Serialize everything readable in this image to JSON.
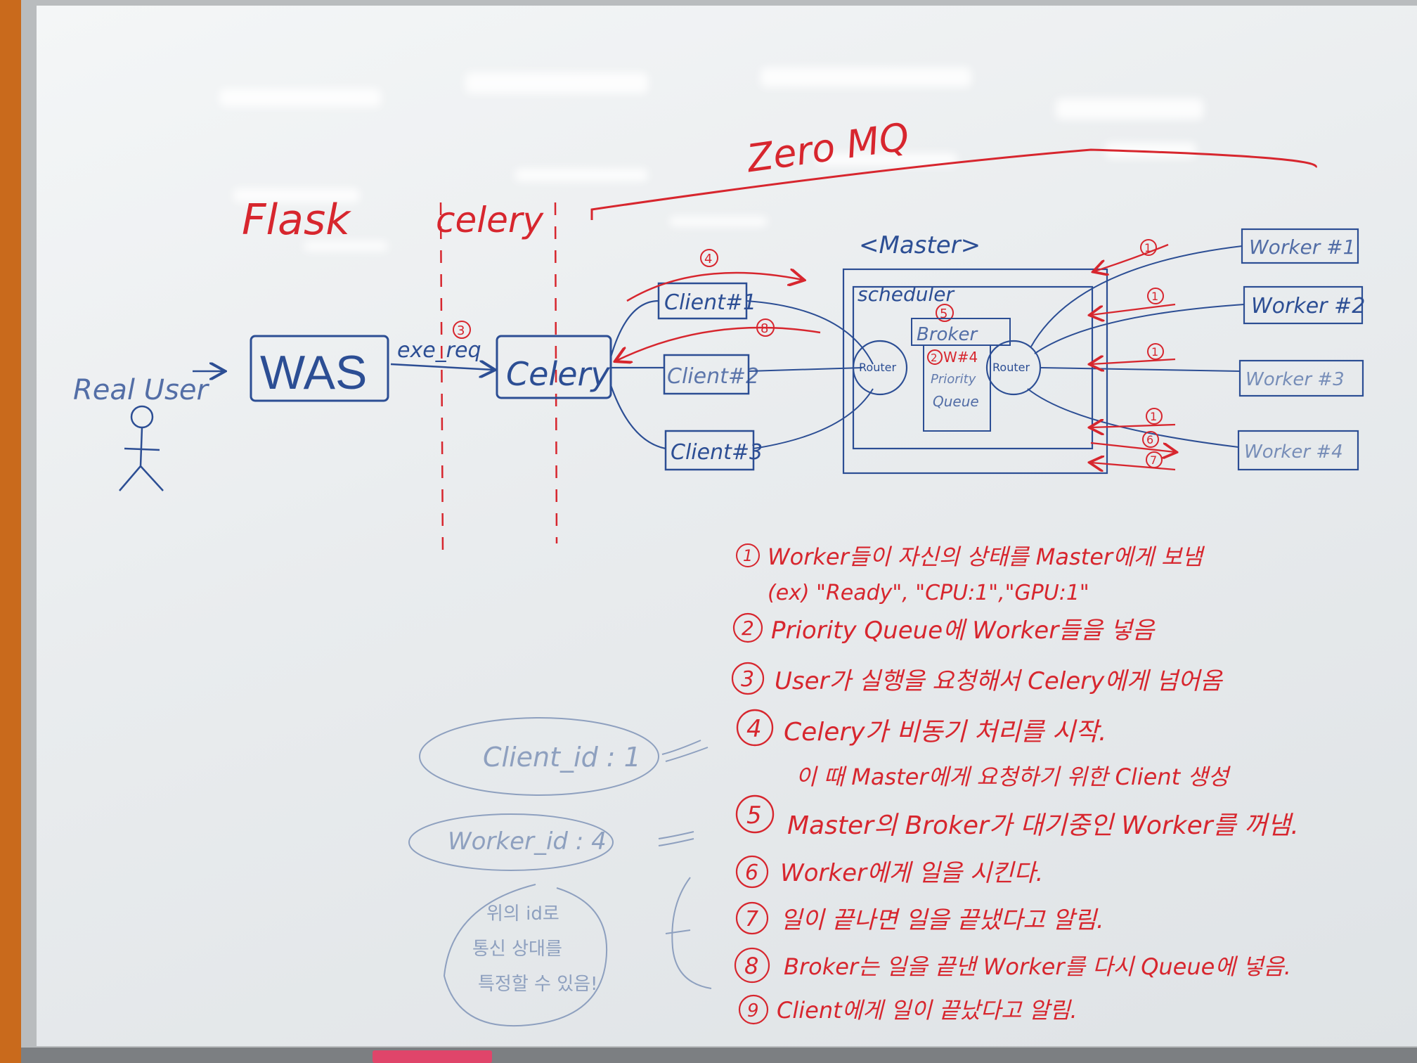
{
  "colors": {
    "red_marker": "#d7262e",
    "blue_marker": "#2c4e94",
    "faded_marker": "#8ea0bf",
    "board": "#eef1f2"
  },
  "headings": {
    "zeromq": "Zero MQ",
    "flask": "Flask",
    "celery": "celery",
    "master": "<Master>"
  },
  "nodes": {
    "real_user": "Real User",
    "was": "WAS",
    "exe_req": "exe_req",
    "celery": "Celery",
    "clients": [
      "Client#1",
      "Client#2",
      "Client#3"
    ],
    "scheduler": "scheduler",
    "broker": "Broker",
    "router_left": "Router",
    "router_right": "Router",
    "w4_label": "W#4",
    "priority_queue": [
      "Priority",
      "Queue"
    ],
    "workers": [
      "Worker #1",
      "Worker #2",
      "Worker #3",
      "Worker #4"
    ]
  },
  "step_marks": {
    "s1": "1",
    "s2": "2",
    "s3": "3",
    "s4": "4",
    "s5": "5",
    "s6": "6",
    "s7": "7",
    "s8": "8"
  },
  "steps": [
    {
      "num": "1",
      "text": "Worker들이 자신의 상태를 Master에게 보냄"
    },
    {
      "num": "",
      "text": "(ex) \"Ready\", \"CPU:1\",\"GPU:1\""
    },
    {
      "num": "2",
      "text": "Priority Queue에 Worker들을 넣음"
    },
    {
      "num": "3",
      "text": "User가 실행을 요청해서 Celery에게 넘어옴"
    },
    {
      "num": "4",
      "text": "Celery가 비동기 처리를 시작."
    },
    {
      "num": "",
      "text": "이 때 Master에게 요청하기 위한 Client 생성"
    },
    {
      "num": "5",
      "text": "Master의 Broker가 대기중인 Worker를 꺼냄."
    },
    {
      "num": "6",
      "text": "Worker에게 일을 시킨다."
    },
    {
      "num": "7",
      "text": "일이 끝나면 일을 끝냈다고 알림."
    },
    {
      "num": "8",
      "text": "Broker는 일을 끝낸 Worker를 다시 Queue에 넣음."
    },
    {
      "num": "9",
      "text": "Client에게 일이 끝났다고 알림."
    }
  ],
  "notes": {
    "client_id": "Client_id : 1",
    "worker_id": "Worker_id : 4",
    "comment": [
      "위의 id로",
      "통신 상대를",
      "특정할 수 있음!"
    ]
  }
}
